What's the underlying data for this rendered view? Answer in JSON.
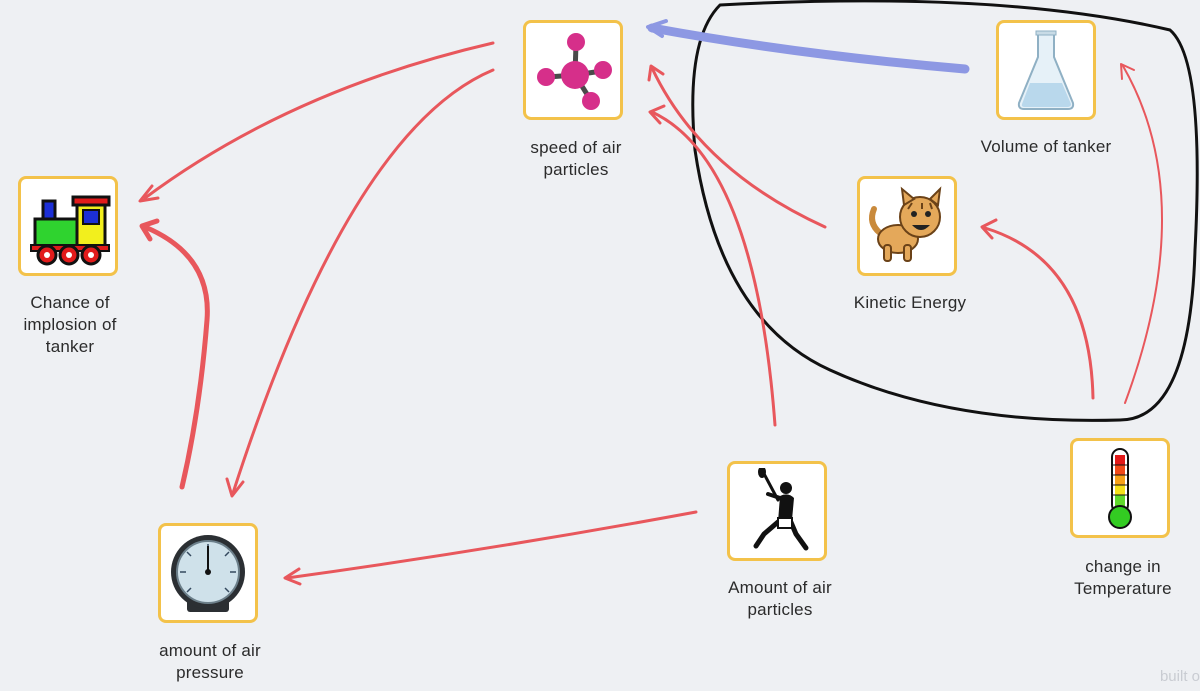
{
  "nodes": [
    {
      "id": "speed",
      "label": "speed of air\nparticles",
      "icon": "molecule-icon"
    },
    {
      "id": "volume",
      "label": "Volume of tanker",
      "icon": "flask-icon"
    },
    {
      "id": "kinetic",
      "label": "Kinetic Energy",
      "icon": "cat-icon"
    },
    {
      "id": "implosion",
      "label": "Chance of\nimplosion of\ntanker",
      "icon": "train-icon"
    },
    {
      "id": "pressure",
      "label": "amount of air\npressure",
      "icon": "pressure-gauge-icon"
    },
    {
      "id": "amount",
      "label": "Amount of air\nparticles",
      "icon": "hurling-player-icon"
    },
    {
      "id": "temperature",
      "label": "change in\nTemperature",
      "icon": "thermometer-icon"
    }
  ],
  "edges": [
    {
      "from": "speed",
      "to": "implosion",
      "color": "#e8575c"
    },
    {
      "from": "speed",
      "to": "pressure",
      "color": "#e8575c"
    },
    {
      "from": "pressure",
      "to": "implosion",
      "color": "#e8575c"
    },
    {
      "from": "amount",
      "to": "speed",
      "color": "#e8575c"
    },
    {
      "from": "amount",
      "to": "pressure",
      "color": "#e8575c"
    },
    {
      "from": "kinetic",
      "to": "speed",
      "color": "#e8575c"
    },
    {
      "from": "volume",
      "to": "speed",
      "color": "#8d98e3"
    },
    {
      "from": "temperature",
      "to": "kinetic",
      "color": "#e8575c"
    },
    {
      "from": "temperature",
      "to": "volume",
      "color": "#e8575c"
    }
  ],
  "colors": {
    "edge_red": "#e8575c",
    "edge_blue": "#8d98e3",
    "node_border": "#f3c24a",
    "loop_outline": "#111111"
  },
  "watermark": "built o"
}
